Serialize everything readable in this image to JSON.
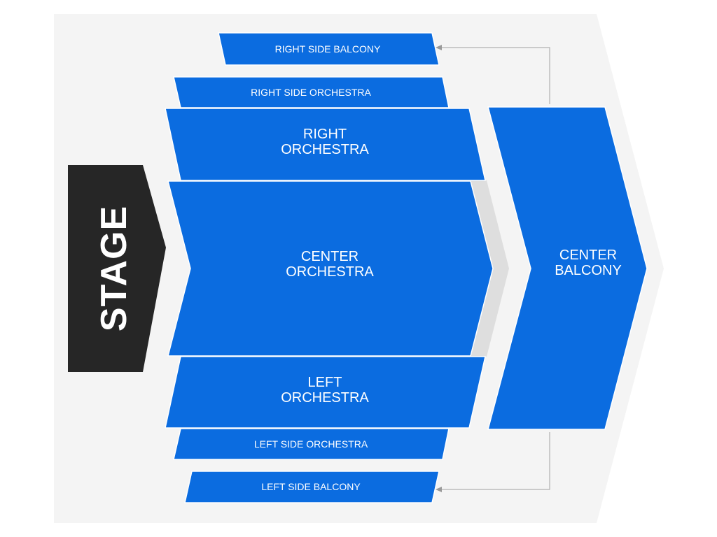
{
  "venue_map": {
    "colors": {
      "background_panel": "#f4f4f4",
      "section_fill": "#0b6ce0",
      "stage_fill": "#262626",
      "shadow": "#dedede",
      "connector": "#b0b0b0"
    },
    "stage": {
      "label": "STAGE"
    },
    "sections": {
      "right_side_balcony": {
        "label": "RIGHT SIDE BALCONY"
      },
      "right_side_orchestra": {
        "label": "RIGHT SIDE ORCHESTRA"
      },
      "right_orchestra": {
        "label_line1": "RIGHT",
        "label_line2": "ORCHESTRA"
      },
      "center_orchestra": {
        "label_line1": "CENTER",
        "label_line2": "ORCHESTRA"
      },
      "left_orchestra": {
        "label_line1": "LEFT",
        "label_line2": "ORCHESTRA"
      },
      "left_side_orchestra": {
        "label": "LEFT SIDE ORCHESTRA"
      },
      "left_side_balcony": {
        "label": "LEFT SIDE BALCONY"
      },
      "center_balcony": {
        "label_line1": "CENTER",
        "label_line2": "BALCONY"
      }
    }
  }
}
